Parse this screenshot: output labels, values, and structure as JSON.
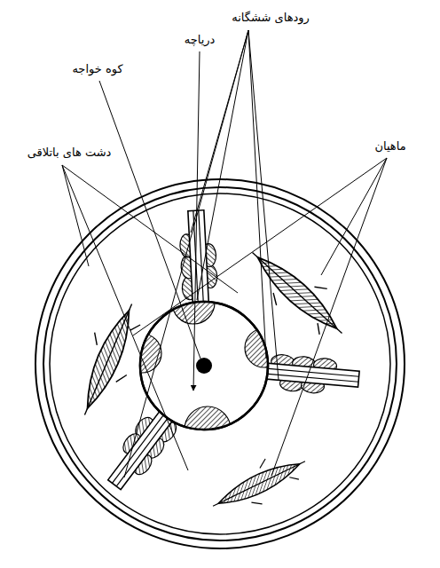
{
  "diagram": {
    "labels": [
      "رودهای ششگانه",
      "دریاچه",
      "کوه خواجه",
      "دشت های باتلاقی",
      "ماهیان"
    ]
  }
}
